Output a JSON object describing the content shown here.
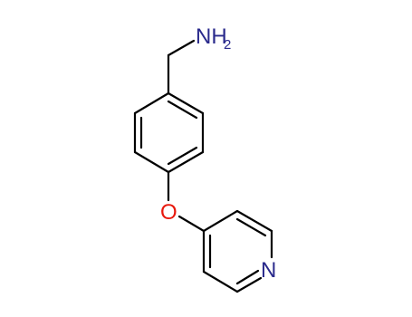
{
  "molecule": {
    "atoms": {
      "amine": {
        "label": "NH",
        "subscript": "2",
        "color": "#2a2a8c"
      },
      "ether_oxygen": {
        "label": "O",
        "color": "#e8180c"
      },
      "pyridine_nitrogen": {
        "label": "N",
        "color": "#2a2a8c"
      }
    },
    "bond_color": "#000000"
  }
}
